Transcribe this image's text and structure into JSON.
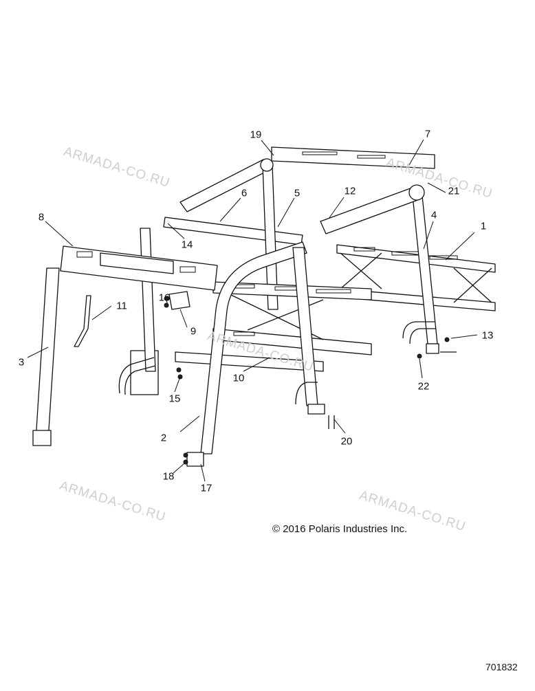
{
  "callouts": [
    "1",
    "2",
    "3",
    "4",
    "5",
    "6",
    "7",
    "8",
    "9",
    "10",
    "11",
    "12",
    "13",
    "14",
    "15",
    "16",
    "17",
    "18",
    "19",
    "20",
    "21",
    "22"
  ],
  "watermark": "ARMADA-CO.RU",
  "copyright": "© 2016 Polaris Industries Inc.",
  "drawing_number": "701832",
  "colors": {
    "line": "#111111",
    "watermark": "#cfcfcf",
    "background": "#ffffff"
  }
}
